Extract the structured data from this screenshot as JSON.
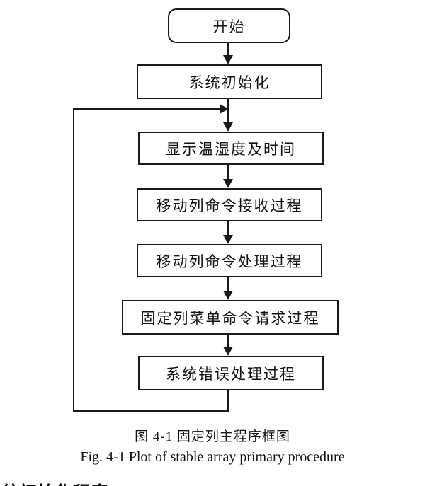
{
  "figure": {
    "flowchart": {
      "nodes": [
        {
          "id": "start",
          "type": "terminator",
          "label": "开始"
        },
        {
          "id": "init",
          "type": "process",
          "label": "系统初始化"
        },
        {
          "id": "display",
          "type": "process",
          "label": "显示温湿度及时间"
        },
        {
          "id": "receive",
          "type": "process",
          "label": "移动列命令接收过程"
        },
        {
          "id": "process",
          "type": "process",
          "label": "移动列命令处理过程"
        },
        {
          "id": "menu",
          "type": "process",
          "label": "固定列菜单命令请求过程"
        },
        {
          "id": "error",
          "type": "process",
          "label": "系统错误处理过程"
        }
      ],
      "edges": [
        {
          "from": "start",
          "to": "init"
        },
        {
          "from": "init",
          "to": "display"
        },
        {
          "from": "display",
          "to": "receive"
        },
        {
          "from": "receive",
          "to": "process"
        },
        {
          "from": "process",
          "to": "menu"
        },
        {
          "from": "menu",
          "to": "error"
        },
        {
          "from": "error",
          "to": "display",
          "type": "loop-back"
        }
      ]
    },
    "caption_zh": "图 4-1  固定列主程序框图",
    "caption_en": "Fig. 4-1 Plot of stable array primary procedure"
  },
  "page": {
    "partial_bottom_heading": "统初始化程序"
  },
  "colors": {
    "background": "#ffffff",
    "line": "#1a1a1a",
    "text": "#111111"
  }
}
